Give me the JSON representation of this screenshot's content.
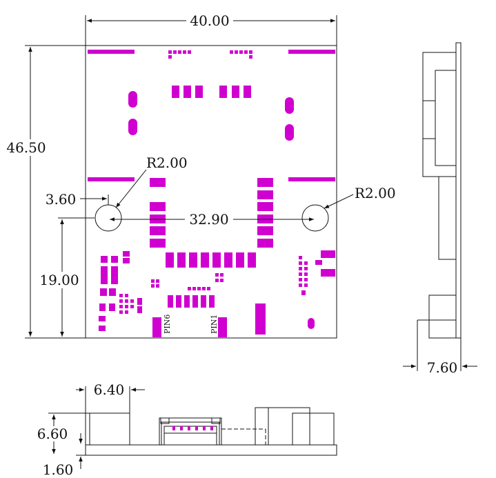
{
  "dimensions": {
    "width": "40.00",
    "height": "46.50",
    "hole_left_offset": "3.60",
    "hole_radius_left": "R2.00",
    "hole_radius_right": "R2.00",
    "hole_spacing": "32.90",
    "hole_height": "19.00",
    "side_thickness": "7.60",
    "front_connector_width": "6.40",
    "front_total_height": "6.60",
    "front_board_thickness": "1.60"
  },
  "pin_labels": {
    "pin6": "PIN6",
    "pin1": "PIN1"
  },
  "colors": {
    "pad": "#d000d0",
    "line": "#111111"
  }
}
